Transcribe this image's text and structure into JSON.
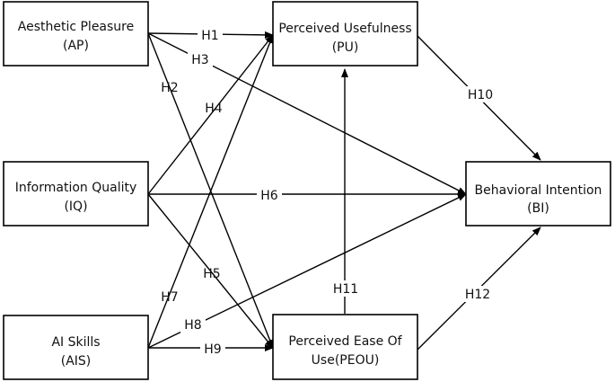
{
  "nodes": {
    "ap": {
      "line1": "Aesthetic Pleasure",
      "line2": "(AP)"
    },
    "iq": {
      "line1": "Information Quality",
      "line2": "(IQ)"
    },
    "ais": {
      "line1": "AI Skills",
      "line2": "(AIS)"
    },
    "pu": {
      "line1": "Perceived Usefulness",
      "line2": "(PU)"
    },
    "peou": {
      "line1": "Perceived Ease Of",
      "line2": "Use(PEOU)"
    },
    "bi": {
      "line1": "Behavioral Intention",
      "line2": "(BI)"
    }
  },
  "edges": {
    "h1": {
      "label": "H1",
      "from": "ap",
      "to": "pu"
    },
    "h2": {
      "label": "H2",
      "from": "ap",
      "to": "peou"
    },
    "h3": {
      "label": "H3",
      "from": "ap",
      "to": "bi"
    },
    "h4": {
      "label": "H4",
      "from": "iq",
      "to": "pu"
    },
    "h5": {
      "label": "H5",
      "from": "iq",
      "to": "peou"
    },
    "h6": {
      "label": "H6",
      "from": "iq",
      "to": "bi"
    },
    "h7": {
      "label": "H7",
      "from": "ais",
      "to": "pu"
    },
    "h8": {
      "label": "H8",
      "from": "ais",
      "to": "bi"
    },
    "h9": {
      "label": "H9",
      "from": "ais",
      "to": "peou"
    },
    "h10": {
      "label": "H10",
      "from": "pu",
      "to": "bi"
    },
    "h11": {
      "label": "H11",
      "from": "peou",
      "to": "pu"
    },
    "h12": {
      "label": "H12",
      "from": "peou",
      "to": "bi"
    }
  },
  "colors": {
    "stroke": "#000000",
    "background": "#ffffff",
    "text": "#111111"
  }
}
